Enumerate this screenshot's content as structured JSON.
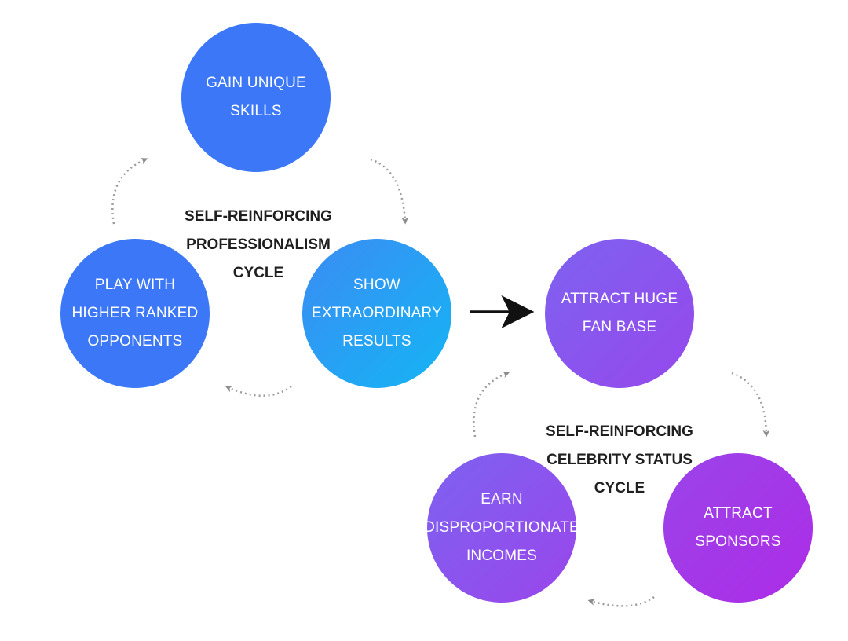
{
  "diagram": {
    "colors": {
      "blue": "#3b77f6",
      "cyan_start": "#3b8cf3",
      "cyan_end": "#14b5f4",
      "purple": "#8b54ec",
      "magenta": "#a534e6",
      "arrow_gray": "#9c9c9c",
      "main_arrow": "#111111"
    },
    "cycles": [
      {
        "label": "SELF-REINFORCING\nPROFESSIONALISM\nCYCLE",
        "nodes": [
          {
            "label": "GAIN UNIQUE\nSKILLS"
          },
          {
            "label": "SHOW\nEXTRAORDINARY\nRESULTS"
          },
          {
            "label": "PLAY WITH\nHIGHER RANKED\nOPPONENTS"
          }
        ]
      },
      {
        "label": "SELF-REINFORCING\nCELEBRITY STATUS\nCYCLE",
        "nodes": [
          {
            "label": "ATTRACT HUGE\nFAN BASE"
          },
          {
            "label": "ATTRACT\nSPONSORS"
          },
          {
            "label": "EARN\nDISPROPORTIONATE\nINCOMES"
          }
        ]
      }
    ]
  }
}
